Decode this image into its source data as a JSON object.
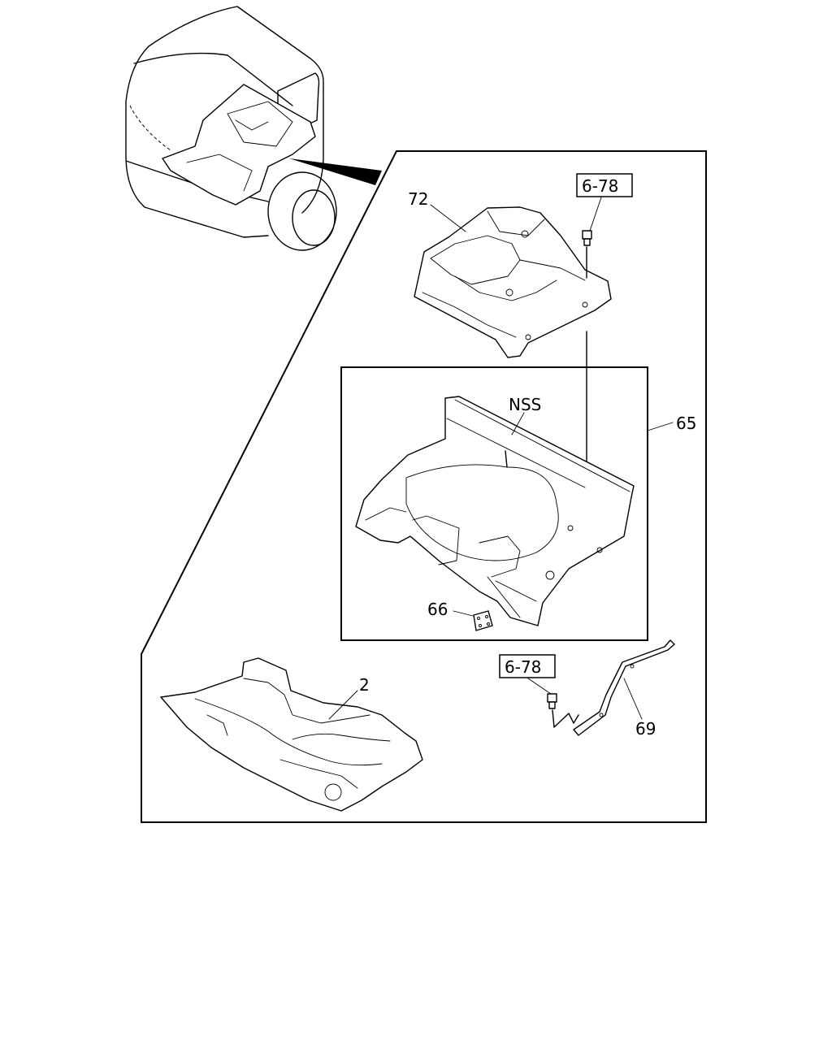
{
  "callouts": {
    "ref_top": "6-78",
    "ref_bottom": "6-78",
    "p72": "72",
    "nss": "NSS",
    "p65": "65",
    "p66": "66",
    "p2": "2",
    "p69": "69"
  },
  "icons": {
    "truck": "truck-cab-icon",
    "bolt": "bolt-icon"
  }
}
